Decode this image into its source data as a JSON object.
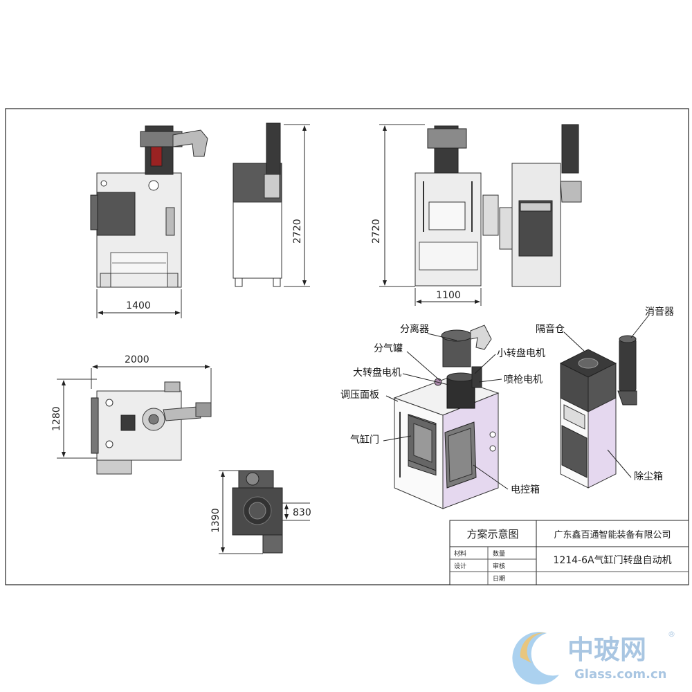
{
  "dimensions": {
    "front_width": "1400",
    "side_height": "2720",
    "right_height": "2720",
    "right_width": "1100",
    "top_width": "2000",
    "top_height": "1280",
    "small_height": "1390",
    "small_width": "830"
  },
  "callouts": {
    "separator": "分离器",
    "gas_tank": "分气罐",
    "small_turntable_motor": "小转盘电机",
    "large_turntable_motor": "大转盘电机",
    "spray_gun_motor": "喷枪电机",
    "pressure_panel": "调压面板",
    "cylinder_door": "气缸门",
    "control_box": "电控箱",
    "sound_chamber": "隔音仓",
    "muffler": "消音器",
    "dust_box": "除尘箱"
  },
  "title_block": {
    "title": "方案示意图",
    "company": "广东鑫百通智能装备有限公司",
    "material_label": "材料",
    "quantity_label": "数量",
    "design_label": "设计",
    "review_label": "审核",
    "date_label": "日期",
    "model": "1214-6A气缸门转盘自动机"
  },
  "watermark": {
    "brand": "中玻网",
    "site": "Glass.com.cn",
    "registered": "®"
  }
}
